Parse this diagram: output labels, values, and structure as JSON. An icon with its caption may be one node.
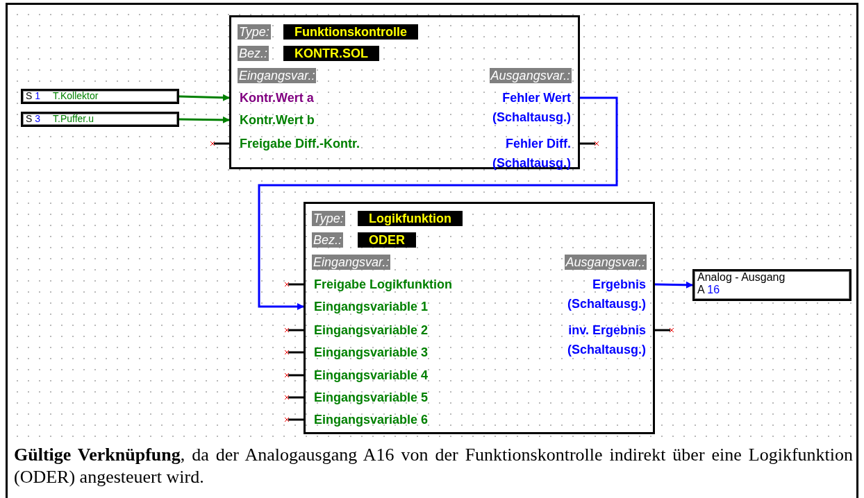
{
  "diagram": {
    "caption": "**Gültige Verknüpfung**, da der Analogausgang A16 von der Funktionskontrolle indirekt über eine Logikfunktion (ODER) angesteuert wird.",
    "nodes": [
      {
        "text": [
          "S 1",
          "T.Kollektor"
        ]
      },
      {
        "text": [
          "S 3",
          "T.Puffer.u"
        ]
      },
      {
        "text": [
          "Type:",
          "Funktionskontrolle",
          "Bez.:",
          "KONTR.SOL",
          "Eingangsvar.:",
          "Ausgangsvar.:"
        ]
      },
      {
        "text": [
          "Kontr.Wert a"
        ],
        "in": 2
      },
      {
        "text": [
          "Kontr.Wert b"
        ],
        "in": 2
      },
      {
        "text": [
          "Freigabe Diff.-Kontr."
        ],
        "in": 2
      },
      {
        "text": [
          "Fehler Wert (Schaltausg.)"
        ],
        "in": 2
      },
      {
        "text": [
          "Fehler Diff. (Schaltausg.)"
        ],
        "in": 2
      },
      {
        "text": [
          "Type:",
          "Logikfunktion",
          "Bez.:",
          "ODER",
          "Eingangsvar.:",
          "Ausgangsvar.:"
        ]
      },
      {
        "text": [
          "Freigabe Logikfunktion"
        ],
        "in": 8
      },
      {
        "text": [
          "Eingangsvariable 1"
        ],
        "in": 8
      },
      {
        "text": [
          "Eingangsvariable 2"
        ],
        "in": 8
      },
      {
        "text": [
          "Eingangsvariable 3"
        ],
        "in": 8
      },
      {
        "text": [
          "Eingangsvariable 4"
        ],
        "in": 8
      },
      {
        "text": [
          "Eingangsvariable 5"
        ],
        "in": 8
      },
      {
        "text": [
          "Eingangsvariable 6"
        ],
        "in": 8
      },
      {
        "text": [
          "Ergebnis (Schaltausg.)"
        ],
        "in": 8
      },
      {
        "text": [
          "inv. Ergebnis (Schaltausg.)"
        ],
        "in": 8
      },
      {
        "text": [
          "Analog - Ausgang",
          "A 16"
        ]
      }
    ],
    "edges": [
      {
        "from": 0,
        "to": 3,
        "arrow": "to",
        "color": "#008000"
      },
      {
        "from": 1,
        "to": 4,
        "arrow": "to",
        "color": "#008000"
      },
      {
        "from": 6,
        "to": 10,
        "arrow": "to",
        "color": "#0000ff"
      },
      {
        "from": 16,
        "to": 18,
        "arrow": "to",
        "color": "#0000ff"
      }
    ]
  }
}
